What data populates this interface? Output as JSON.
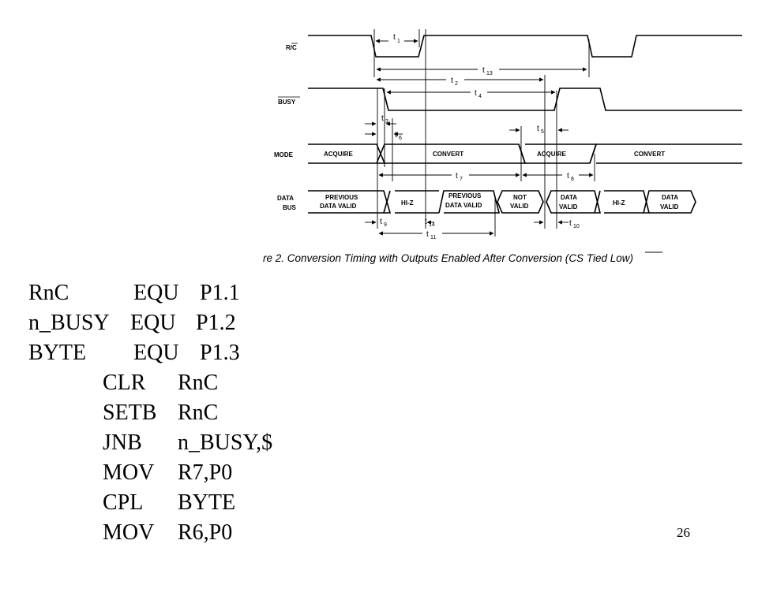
{
  "diagram": {
    "signals": {
      "rc": "R/C",
      "busy": "BUSY",
      "mode": "MODE",
      "data_line1": "DATA",
      "data_line2": "BUS"
    },
    "mode_states": [
      "ACQUIRE",
      "CONVERT",
      "ACQUIRE",
      "CONVERT"
    ],
    "bus_states": [
      [
        "PREVIOUS",
        "DATA VALID"
      ],
      [
        "HI-Z"
      ],
      [
        "PREVIOUS",
        "DATA VALID"
      ],
      [
        "NOT",
        "VALID"
      ],
      [
        "DATA",
        "VALID"
      ],
      [
        "HI-Z"
      ],
      [
        "DATA",
        "VALID"
      ]
    ],
    "timings": {
      "t1": "1",
      "t2": "2",
      "t3": "3",
      "t4": "4",
      "t5": "5",
      "t6": "6",
      "t7": "7",
      "t8": "8",
      "t9": "9",
      "t10": "10",
      "t11": "11",
      "t13": "13",
      "t14": "14"
    },
    "caption_prefix": "re 2.  Conversion Timing with Outputs Enabled After Conversion (",
    "caption_cs": "CS",
    "caption_suffix": " Tied Low)"
  },
  "code_lines": [
    {
      "label": "RnC",
      "op": "EQU",
      "arg": "P1.1"
    },
    {
      "label": "n_BUSY",
      "op": "EQU",
      "arg": "P1.2"
    },
    {
      "label": "BYTE",
      "op": "EQU",
      "arg": "P1.3"
    },
    {
      "label": "",
      "op": "CLR",
      "arg": "RnC"
    },
    {
      "label": "",
      "op": "SETB",
      "arg": "RnC"
    },
    {
      "label": "",
      "op": "JNB",
      "arg": "n_BUSY,$"
    },
    {
      "label": "",
      "op": "MOV",
      "arg": "R7,P0"
    },
    {
      "label": "",
      "op": "CPL",
      "arg": "BYTE"
    },
    {
      "label": "",
      "op": "MOV",
      "arg": "R6,P0"
    }
  ],
  "page_number": "26"
}
